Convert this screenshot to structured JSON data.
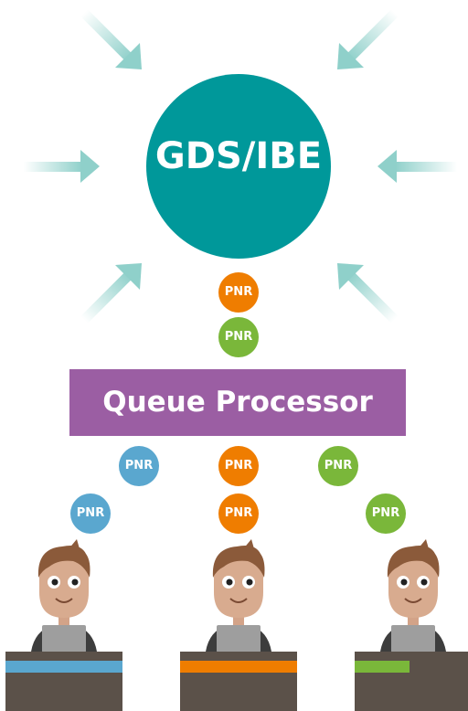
{
  "hub": {
    "label": "GDS/IBE",
    "color": "#00989a"
  },
  "arrow_color": "#8fd0ca",
  "processor": {
    "label": "Queue Processor",
    "color": "#9b5ea3"
  },
  "pnr_label": "PNR",
  "pnr_colors": {
    "orange": "#ef7d00",
    "green": "#7ab73a",
    "blue": "#5aa7cf"
  },
  "agents": [
    {
      "name": "agent-left",
      "desk_stripe": "#5aa7cf"
    },
    {
      "name": "agent-center",
      "desk_stripe": "#ef7d00"
    },
    {
      "name": "agent-right",
      "desk_stripe": "#7ab73a"
    }
  ]
}
